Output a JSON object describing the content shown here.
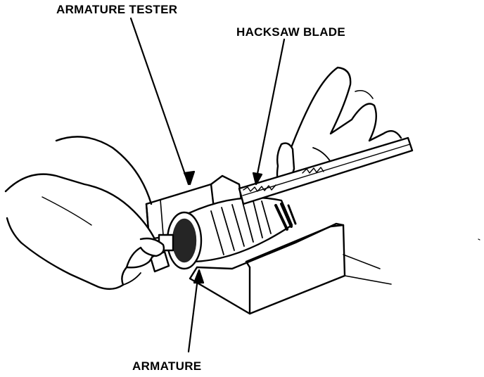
{
  "labels": {
    "armature_tester": "ARMATURE TESTER",
    "hacksaw_blade": "HACKSAW BLADE",
    "armature": "ARMATURE"
  },
  "colors": {
    "ink": "#000000",
    "paper": "#ffffff"
  }
}
